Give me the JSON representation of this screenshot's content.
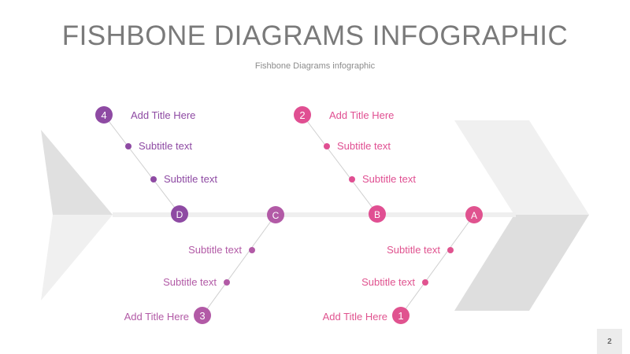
{
  "slide": {
    "title": "FISHBONE DIAGRAMS INFOGRAPHIC",
    "subtitle": "Fishbone Diagrams infographic",
    "page_number": "2"
  },
  "colors": {
    "purple": "#8e4aa3",
    "magenta": "#b25aa6",
    "pink": "#e04f92",
    "pink_light": "#e0538f",
    "gray_light": "#ededed",
    "gray_mid": "#dcdcdc",
    "spine": "#efefef"
  },
  "bones": {
    "d": {
      "marker": "D",
      "number": "4",
      "title": "Add Title Here",
      "sub1": "Subtitle text",
      "sub2": "Subtitle text"
    },
    "b": {
      "marker": "B",
      "number": "2",
      "title": "Add Title Here",
      "sub1": "Subtitle text",
      "sub2": "Subtitle text"
    },
    "c": {
      "marker": "C",
      "number": "3",
      "title": "Add Title Here",
      "sub1": "Subtitle text",
      "sub2": "Subtitle text"
    },
    "a": {
      "marker": "A",
      "number": "1",
      "title": "Add Title Here",
      "sub1": "Subtitle text",
      "sub2": "Subtitle text"
    }
  }
}
